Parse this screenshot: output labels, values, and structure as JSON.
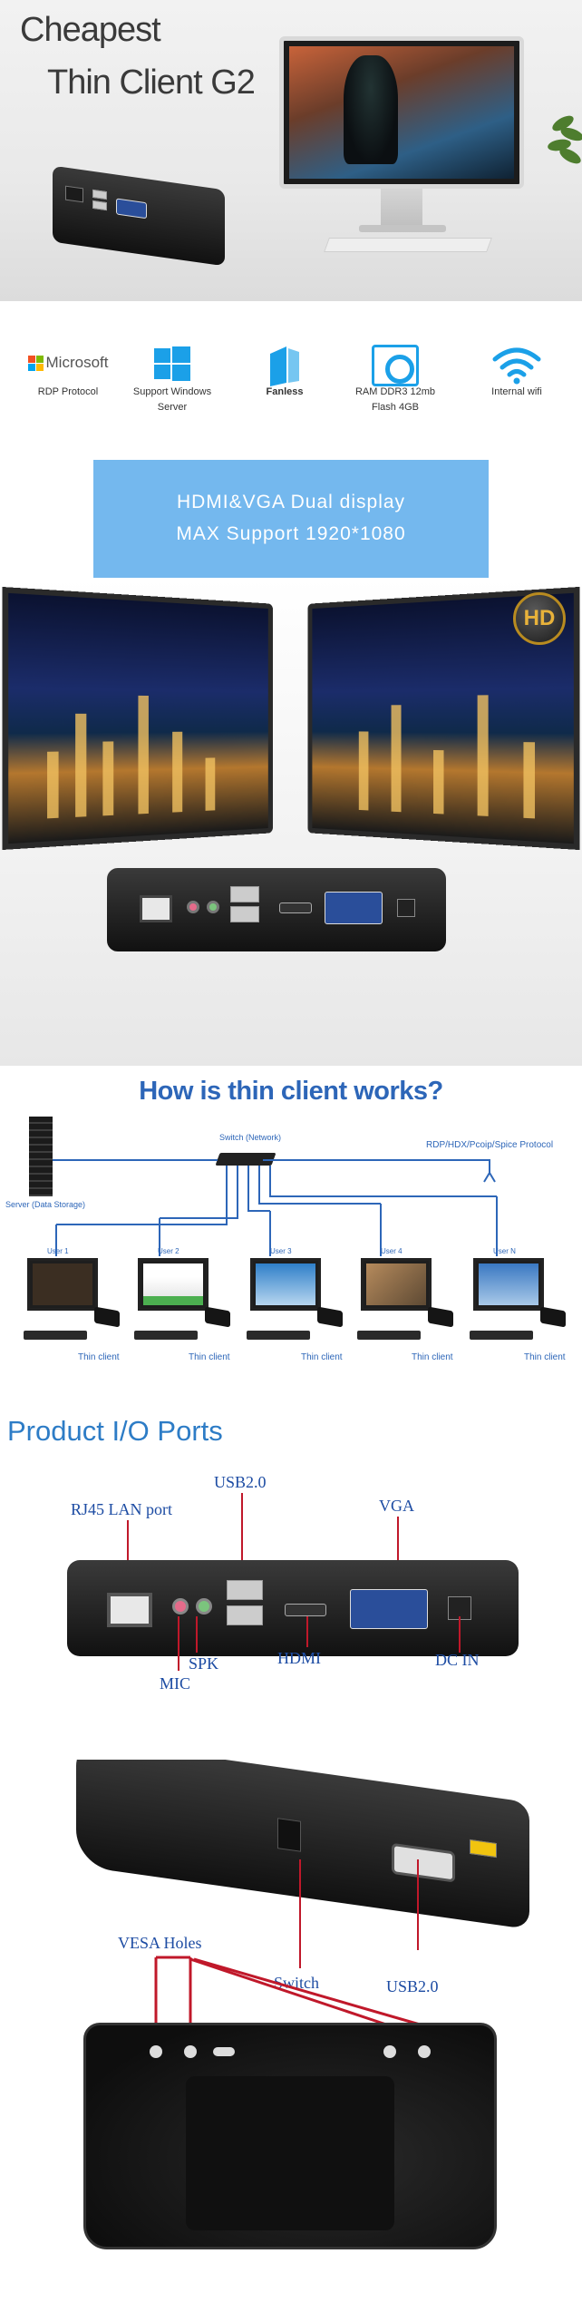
{
  "hero": {
    "title_line1": "Cheapest",
    "title_line2": "Thin Client G2"
  },
  "features": [
    {
      "icon": "microsoft-logo",
      "brand": "Microsoft",
      "label": "RDP Protocol"
    },
    {
      "icon": "windows-icon",
      "label": "Support Windows Server"
    },
    {
      "icon": "fan-icon",
      "label": "Fanless"
    },
    {
      "icon": "memory-disc-icon",
      "label": "RAM DDR3 12mb",
      "label2": "Flash 4GB"
    },
    {
      "icon": "wifi-icon",
      "label": "Internal wifi"
    }
  ],
  "banner": {
    "line1": "HDMI&VGA Dual display",
    "line2": "MAX Support 1920*1080"
  },
  "dual_display": {
    "badge": "HD"
  },
  "how_it_works": {
    "title": "How is thin client works?",
    "switch_label": "Switch (Network)",
    "protocol_label": "RDP/HDX/Pcoip/Spice Protocol",
    "server_label": "Server (Data Storage)",
    "users": [
      {
        "label": "User 1",
        "client": "Thin client"
      },
      {
        "label": "User 2",
        "client": "Thin client"
      },
      {
        "label": "User 3",
        "client": "Thin client"
      },
      {
        "label": "User 4",
        "client": "Thin client"
      },
      {
        "label": "User N",
        "client": "Thin client"
      }
    ]
  },
  "io_ports": {
    "heading": "Product I/O Ports",
    "rj45": "RJ45 LAN port",
    "usb_top": "USB2.0",
    "vga": "VGA",
    "mic": "MIC",
    "spk": "SPK",
    "hdmi": "HDMI",
    "dcin": "DC IN"
  },
  "side_view": {
    "vesa": "VESA Holes",
    "switch": "Switch",
    "usb": "USB2.0"
  },
  "colors": {
    "accent_blue": "#2d66b8",
    "banner_blue": "#74b8ee",
    "callout_red": "#c0182a"
  }
}
